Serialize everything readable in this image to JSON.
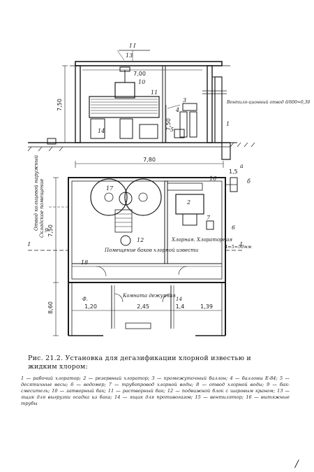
{
  "section_mark": "I I",
  "dims": {
    "span_top": "7,00",
    "height_main": "7,50",
    "height_mid": "7,50",
    "span_plan": "7,80",
    "plan_left": "7,50",
    "plan_side": "8,60",
    "bottom_a": "1,20",
    "bottom_b": "2,45",
    "bottom_c": "1,4",
    "bottom_d": "1,39",
    "right_gap": "1,5",
    "vent_h": "4=5=50мм"
  },
  "section_labels": {
    "vent_note": "Вентиля-ционный отвод д/600=0,30",
    "num_1": "1",
    "num_3": "3",
    "num_4": "4",
    "num_5": "5",
    "num_10": "10",
    "num_11": "11",
    "num_13": "13",
    "num_14": "14"
  },
  "plan_labels": {
    "room_chlorine": "Помещение баков хлорной извести",
    "room_chlorinator": "Хлорная. Хлораторная",
    "room_duty": "Комната дежурная",
    "room_a": "Ф.",
    "room_b": "14",
    "side_label_1": "Складское помещение",
    "side_label_2": "Отвод кольцевой наружный",
    "cut_I": "I",
    "num_2": "2",
    "num_6": "6",
    "num_7": "7",
    "num_9": "9",
    "num_12": "12",
    "num_16": "16",
    "num_17": "17",
    "num_18": "18",
    "letter_a": "а",
    "letter_b": "б"
  },
  "caption": {
    "title": "Рис. 21.2. Установка для дегазификации хлорной известью и жидким хлором:",
    "body": "1 — рабочий хлоратор; 2 — резервный хлоратор; 3 — промежуточный баллон; 4 — баллоны Е-84; 5 — десятичные весы; 6 — водомер; 7 — трубопровод хлорной воды; 8 — отвод хлорной воды; 9 — бак-смеситель; 10 — затворный бак; 11 — растворный бак; 12 — подвижной блок с шаровым краном; 13 — ящик для выгрузки осадка из бака; 14 — ящик для противогазов; 15 — вентилятор; 16 — вытяжные трубы"
  },
  "page_mark": "/"
}
